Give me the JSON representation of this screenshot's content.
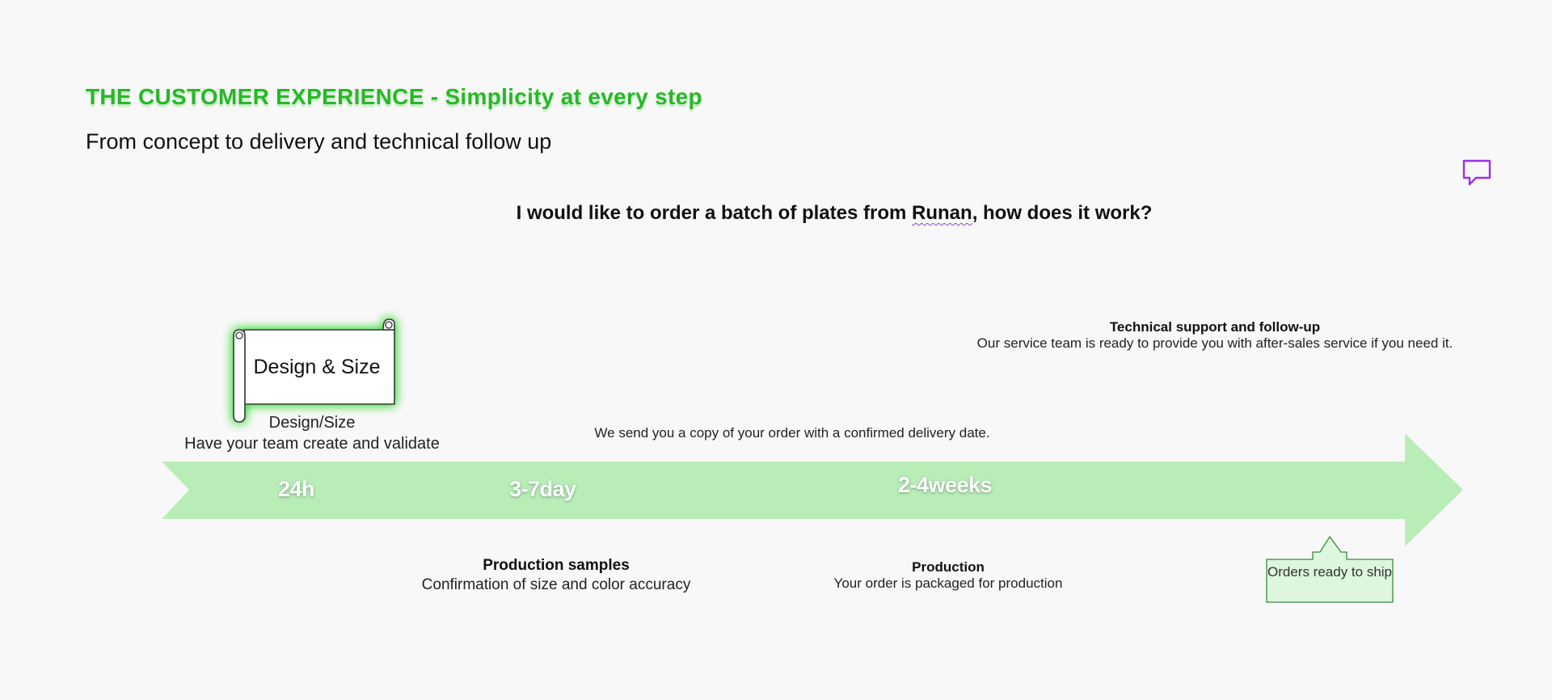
{
  "header": {
    "title": "THE CUSTOMER EXPERIENCE - Simplicity at every step",
    "subtitle": "From concept to delivery and technical follow up"
  },
  "question": {
    "before": "I would like to order a batch of plates from ",
    "underlined": "Runan",
    "after": ", how does it work?"
  },
  "icons": {
    "comment": "comment-icon",
    "scroll": "scroll-icon",
    "arrow": "timeline-arrow"
  },
  "colors": {
    "accent": "#27b827",
    "arrow_fill": "#b8edb8",
    "glow": "#4ddd4d",
    "comment": "#9b30e8",
    "callout_fill": "#ddf6dd",
    "callout_border": "#3a8a3a"
  },
  "timeline": {
    "times": [
      "24h",
      "3-7day",
      "2-4weeks"
    ]
  },
  "steps": {
    "design": {
      "scroll_label": "Design & Size",
      "title": "Design/Size",
      "desc": "Have your team create and validate"
    },
    "order_copy": "We send you a copy of your order with a confirmed delivery date.",
    "samples": {
      "title": "Production samples",
      "desc": "Confirmation of size and color accuracy"
    },
    "production": {
      "title": "Production",
      "desc": "Your order is packaged for production"
    },
    "support": {
      "title": "Technical support and follow-up",
      "desc": "Our service team is ready to provide you with after-sales service if you need it."
    },
    "ship": "Orders ready to ship"
  }
}
